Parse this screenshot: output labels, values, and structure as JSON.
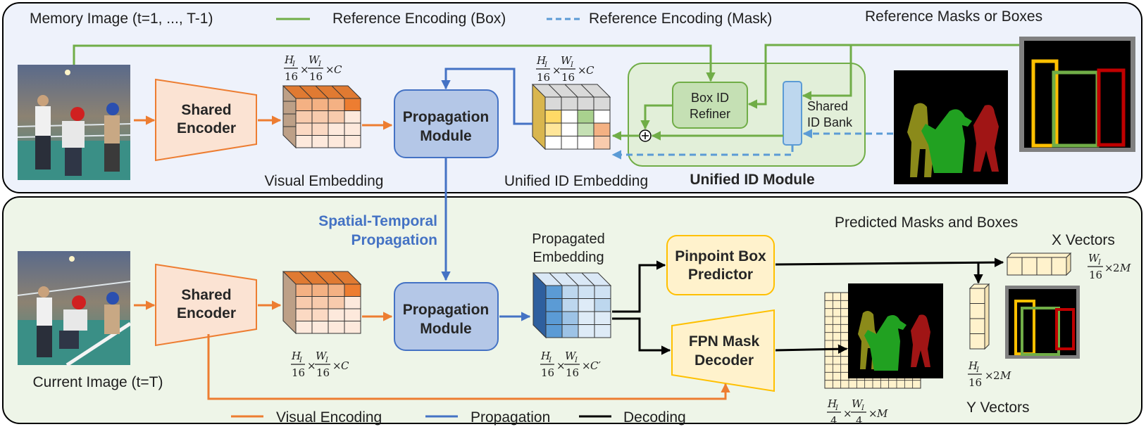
{
  "memory_panel": {
    "title": "Memory Image (t=1, ..., T-1)",
    "legend_box": "Reference Encoding (Box)",
    "legend_mask": "Reference Encoding (Mask)",
    "ref_title": "Reference Masks or Boxes"
  },
  "current_panel": {
    "pred_title": "Predicted Masks and Boxes",
    "current_label": "Current Image (t=T)"
  },
  "modules": {
    "shared_encoder_1": "Shared",
    "shared_encoder_2": "Encoder",
    "propagation_1": "Propagation",
    "propagation_2": "Module",
    "box_refiner_1": "Box ID",
    "box_refiner_2": "Refiner",
    "id_bank_1": "Shared",
    "id_bank_2": "ID Bank",
    "unified_id_module": "Unified ID Module",
    "pinpoint_1": "Pinpoint Box",
    "pinpoint_2": "Predictor",
    "fpn_1": "FPN Mask",
    "fpn_2": "Decoder"
  },
  "labels": {
    "visual_embedding": "Visual Embedding",
    "unified_id_embedding": "Unified ID Embedding",
    "spatial_temporal_1": "Spatial-Temporal",
    "spatial_temporal_2": "Propagation",
    "propagated_1": "Propagated",
    "propagated_2": "Embedding",
    "x_vectors": "X Vectors",
    "y_vectors": "Y Vectors"
  },
  "math": {
    "H": "H",
    "W": "W",
    "I": "I",
    "d16": "16",
    "d4": "4",
    "times": "×",
    "C": "C",
    "Cp": "C′",
    "M": "M",
    "twoM_num": "2",
    "twoM_var": "M"
  },
  "bottom_legend": {
    "visual": "Visual Encoding",
    "propagation": "Propagation",
    "decoding": "Decoding"
  },
  "colors": {
    "orange": "#ed7d31",
    "blue": "#4472c4",
    "green": "#70ad47",
    "dash_blue": "#5b9bd5",
    "black": "#000000",
    "top_bg": "#eef2fb",
    "bottom_bg": "#eef5e8"
  }
}
